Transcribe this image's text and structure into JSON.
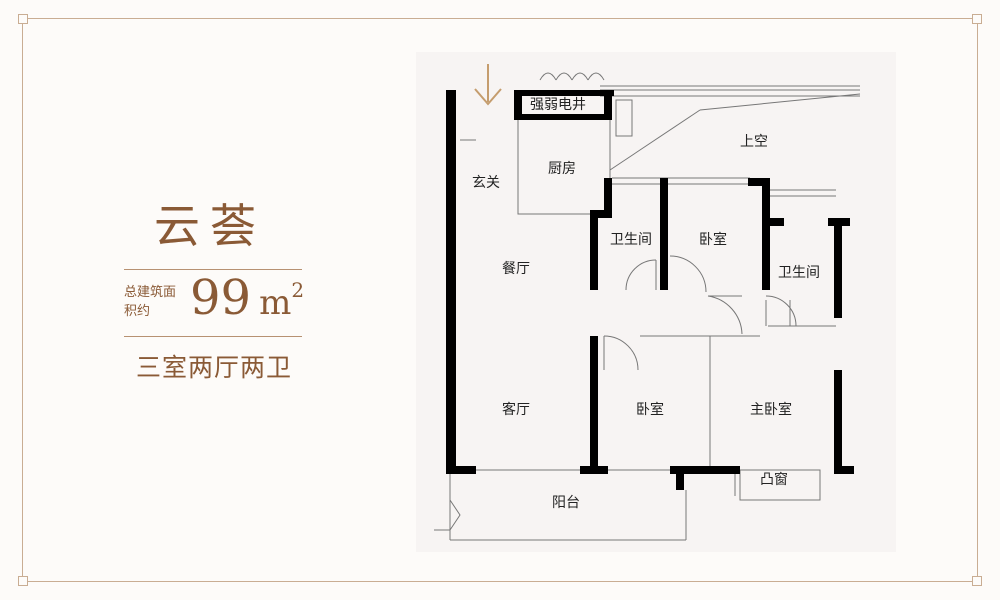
{
  "project_name": "云荟",
  "area_label": "总建筑面积约",
  "area_value": "99",
  "area_unit": "m",
  "area_unit_sup": "2",
  "layout_type": "三室两厅两卫",
  "rooms": {
    "electrical_shaft": "强弱电井",
    "kitchen": "厨房",
    "entrance": "玄关",
    "void": "上空",
    "bathroom_1": "卫生间",
    "bedroom_1": "卧室",
    "bathroom_2": "卫生间",
    "dining_room": "餐厅",
    "living_room": "客厅",
    "bedroom_2": "卧室",
    "master_bedroom": "主卧室",
    "bay_window": "凸窗",
    "balcony": "阳台"
  },
  "colors": {
    "accent": "#8a5a36",
    "frame": "#c9ad93",
    "wall": "#000000",
    "plan_background": "#f7f4f3",
    "arrow": "#c59d6e"
  },
  "icons": {
    "entry_arrow": "arrow-down-icon"
  }
}
